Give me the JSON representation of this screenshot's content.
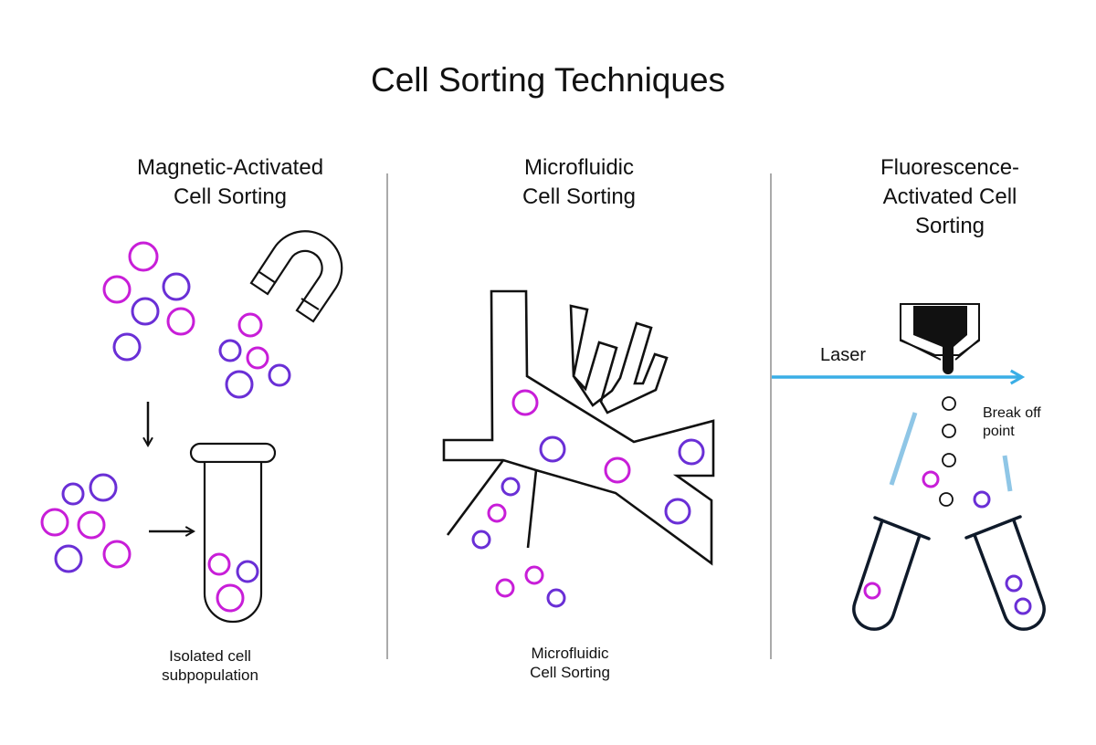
{
  "title": "Cell Sorting Techniques",
  "colors": {
    "magenta": "#c81ed8",
    "violet": "#6a2fd6",
    "outline": "#111111",
    "laser": "#3aaee6",
    "deflector": "#8fc6e6",
    "tube_dark": "#0f1a2a",
    "divider": "#555555"
  },
  "panels": [
    {
      "id": "macs",
      "title_line1": "Magnetic-Activated",
      "title_line2": "Cell Sorting",
      "caption_line1": "Isolated cell",
      "caption_line2": "subpopulation"
    },
    {
      "id": "microfluidic",
      "title_line1": "Microfluidic",
      "title_line2": "Cell Sorting",
      "caption_line1": "Microfluidic",
      "caption_line2": "Cell Sorting"
    },
    {
      "id": "facs",
      "title_line1": "Fluorescence-",
      "title_line2": "Activated Cell",
      "title_line3": "Sorting",
      "laser_label": "Laser",
      "breakoff_line1": "Break off",
      "breakoff_line2": "point"
    }
  ]
}
